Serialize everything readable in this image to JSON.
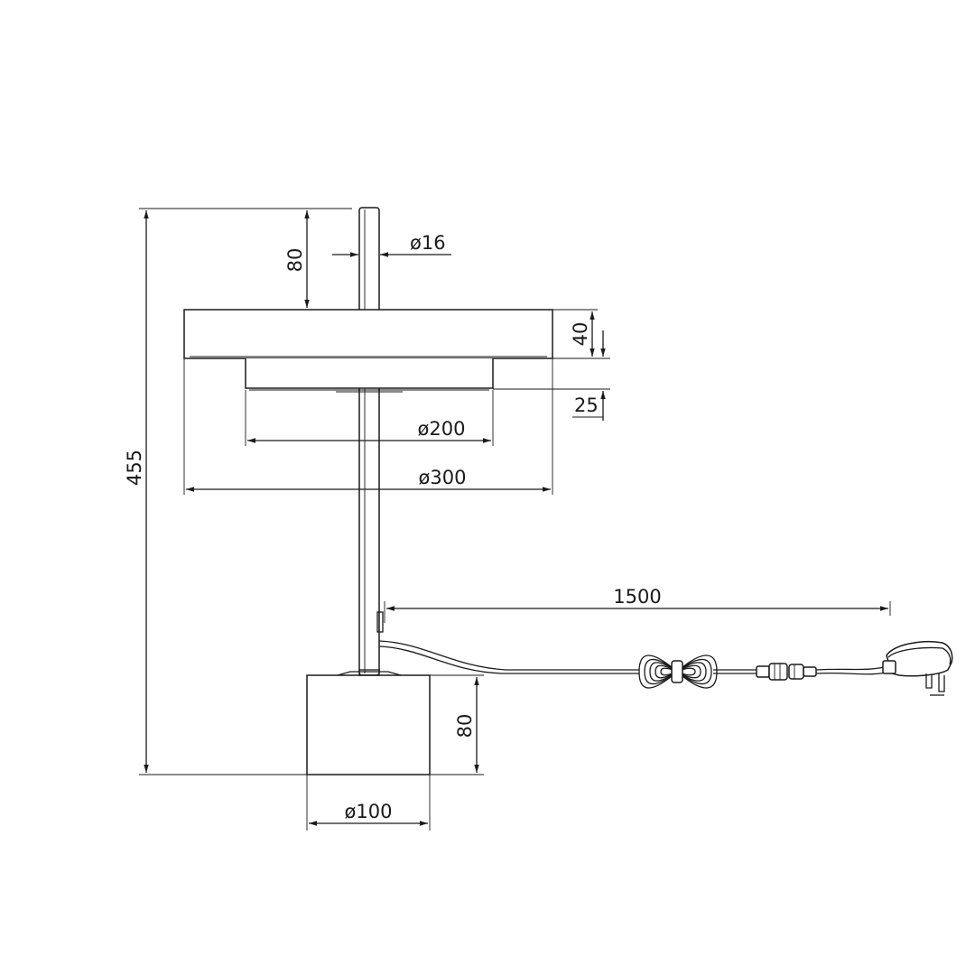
{
  "dimensions": {
    "overall_height": "455",
    "stem_top_height": "80",
    "stem_diameter": "ø16",
    "shade_thickness": "40",
    "diffuser_thickness": "25",
    "diffuser_diameter": "ø200",
    "shade_diameter": "ø300",
    "cable_length": "1500",
    "base_height": "80",
    "base_diameter": "ø100"
  },
  "colors": {
    "line": "#1a1a1a",
    "background": "#ffffff"
  }
}
